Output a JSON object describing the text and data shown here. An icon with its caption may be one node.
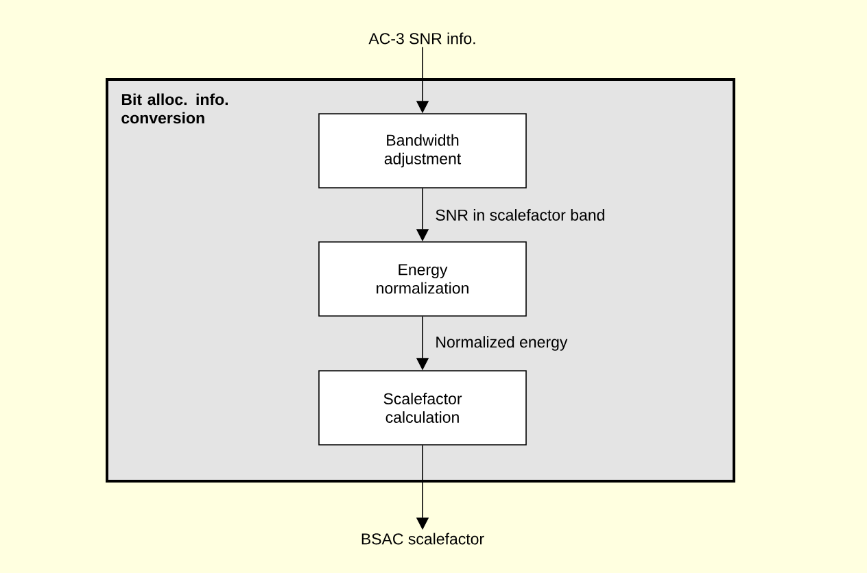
{
  "diagram": {
    "nodes": [
      {
        "text": [
          "AC-3 SNR info."
        ]
      },
      {
        "text": [
          "Bit alloc. info. conversion"
        ]
      },
      {
        "text": [
          "Bandwidth adjustment"
        ],
        "in": 1
      },
      {
        "text": [
          "Energy normalization"
        ],
        "in": 1
      },
      {
        "text": [
          "Scalefactor calculation"
        ],
        "in": 1
      },
      {
        "text": [
          "BSAC scalefactor"
        ]
      }
    ],
    "edges": [
      {
        "from": 0,
        "to": 2,
        "arrow": "to"
      },
      {
        "from": 2,
        "to": 3,
        "arrow": "to",
        "label": "SNR in scalefactor band"
      },
      {
        "from": 3,
        "to": 4,
        "arrow": "to",
        "label": "Normalized energy"
      },
      {
        "from": 4,
        "to": 5,
        "arrow": "to"
      }
    ]
  }
}
